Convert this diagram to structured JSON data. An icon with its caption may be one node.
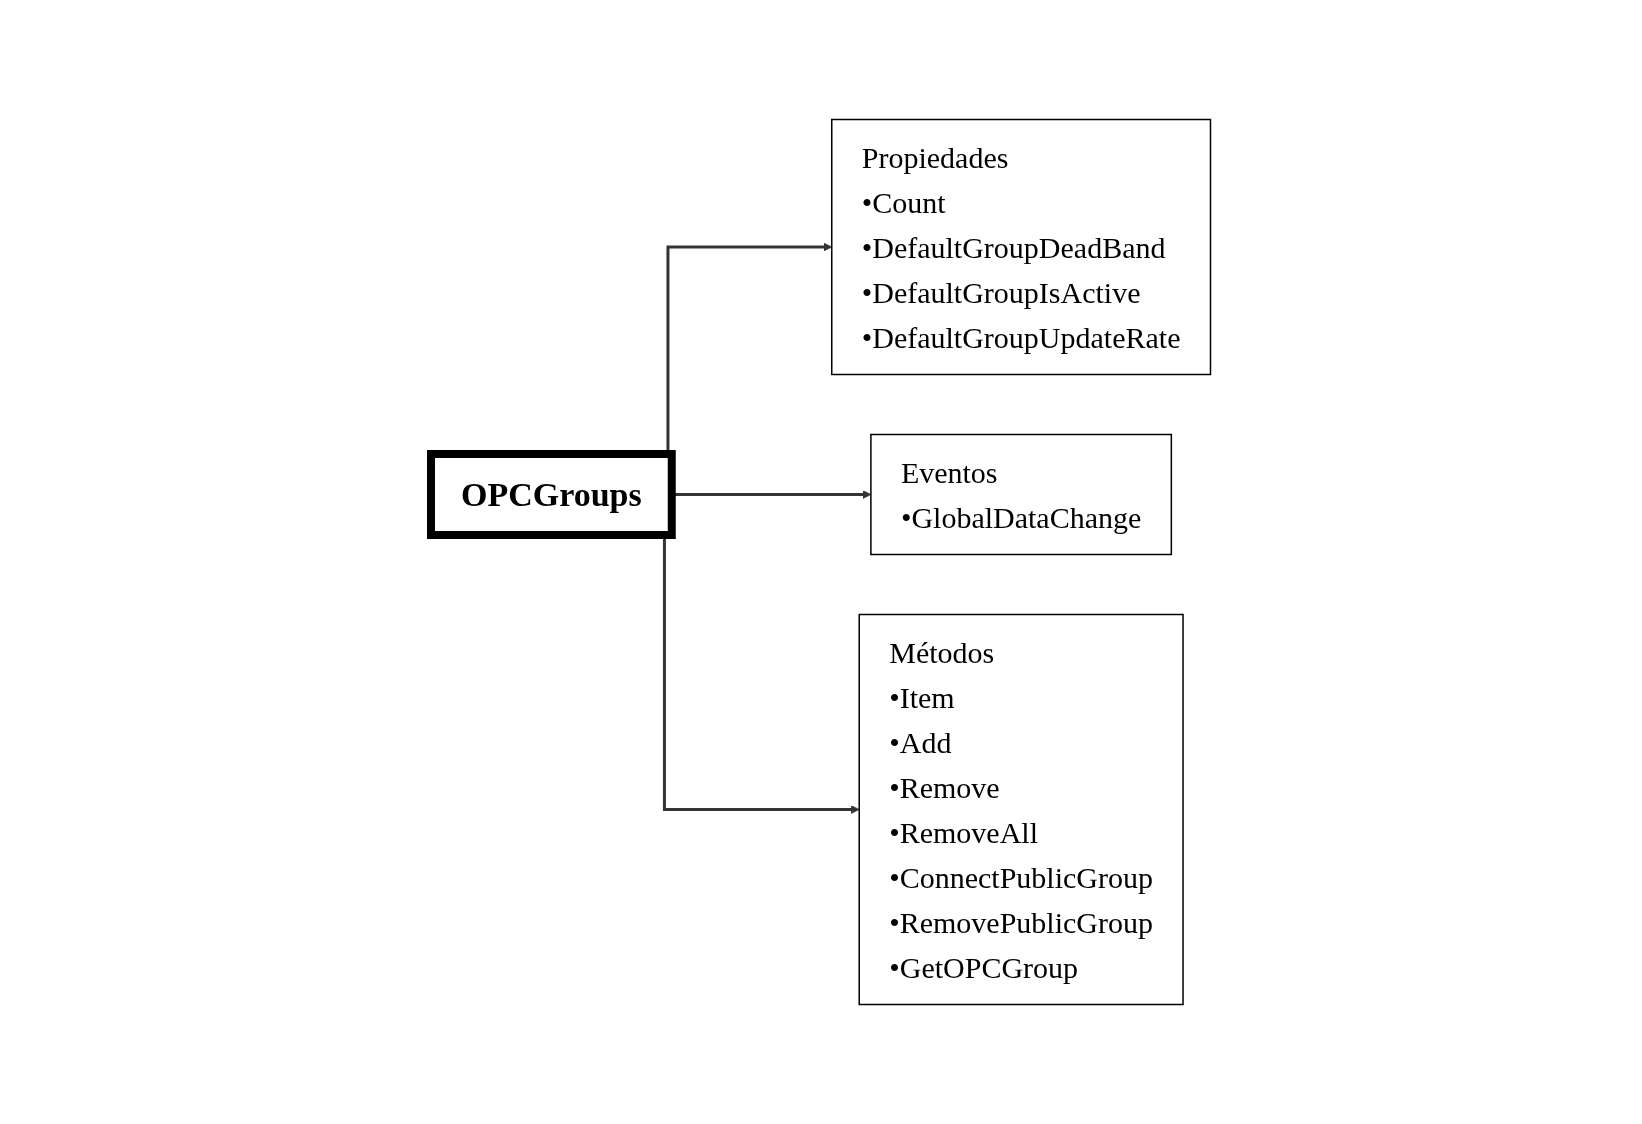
{
  "diagram": {
    "nodes": [
      {
        "text": [
          "Propiedades",
          "•Count",
          "•DefaultGroupDeadBand",
          "•DefaultGroupIsActive",
          "•DefaultGroupUpdateRate"
        ]
      },
      {
        "text": [
          "OPCGroups"
        ]
      },
      {
        "text": [
          "Eventos",
          "•GlobalDataChange"
        ]
      },
      {
        "text": [
          "Métodos",
          "•Item",
          "•Add",
          "•Remove",
          "•RemoveAll",
          "•ConnectPublicGroup",
          "•RemovePublicGroup",
          "•GetOPCGroup"
        ]
      }
    ],
    "edges": [
      {
        "from": 1,
        "to": 0,
        "arrow": "to"
      },
      {
        "from": 1,
        "to": 2,
        "arrow": "to"
      },
      {
        "from": 1,
        "to": 3,
        "arrow": "to"
      }
    ]
  }
}
